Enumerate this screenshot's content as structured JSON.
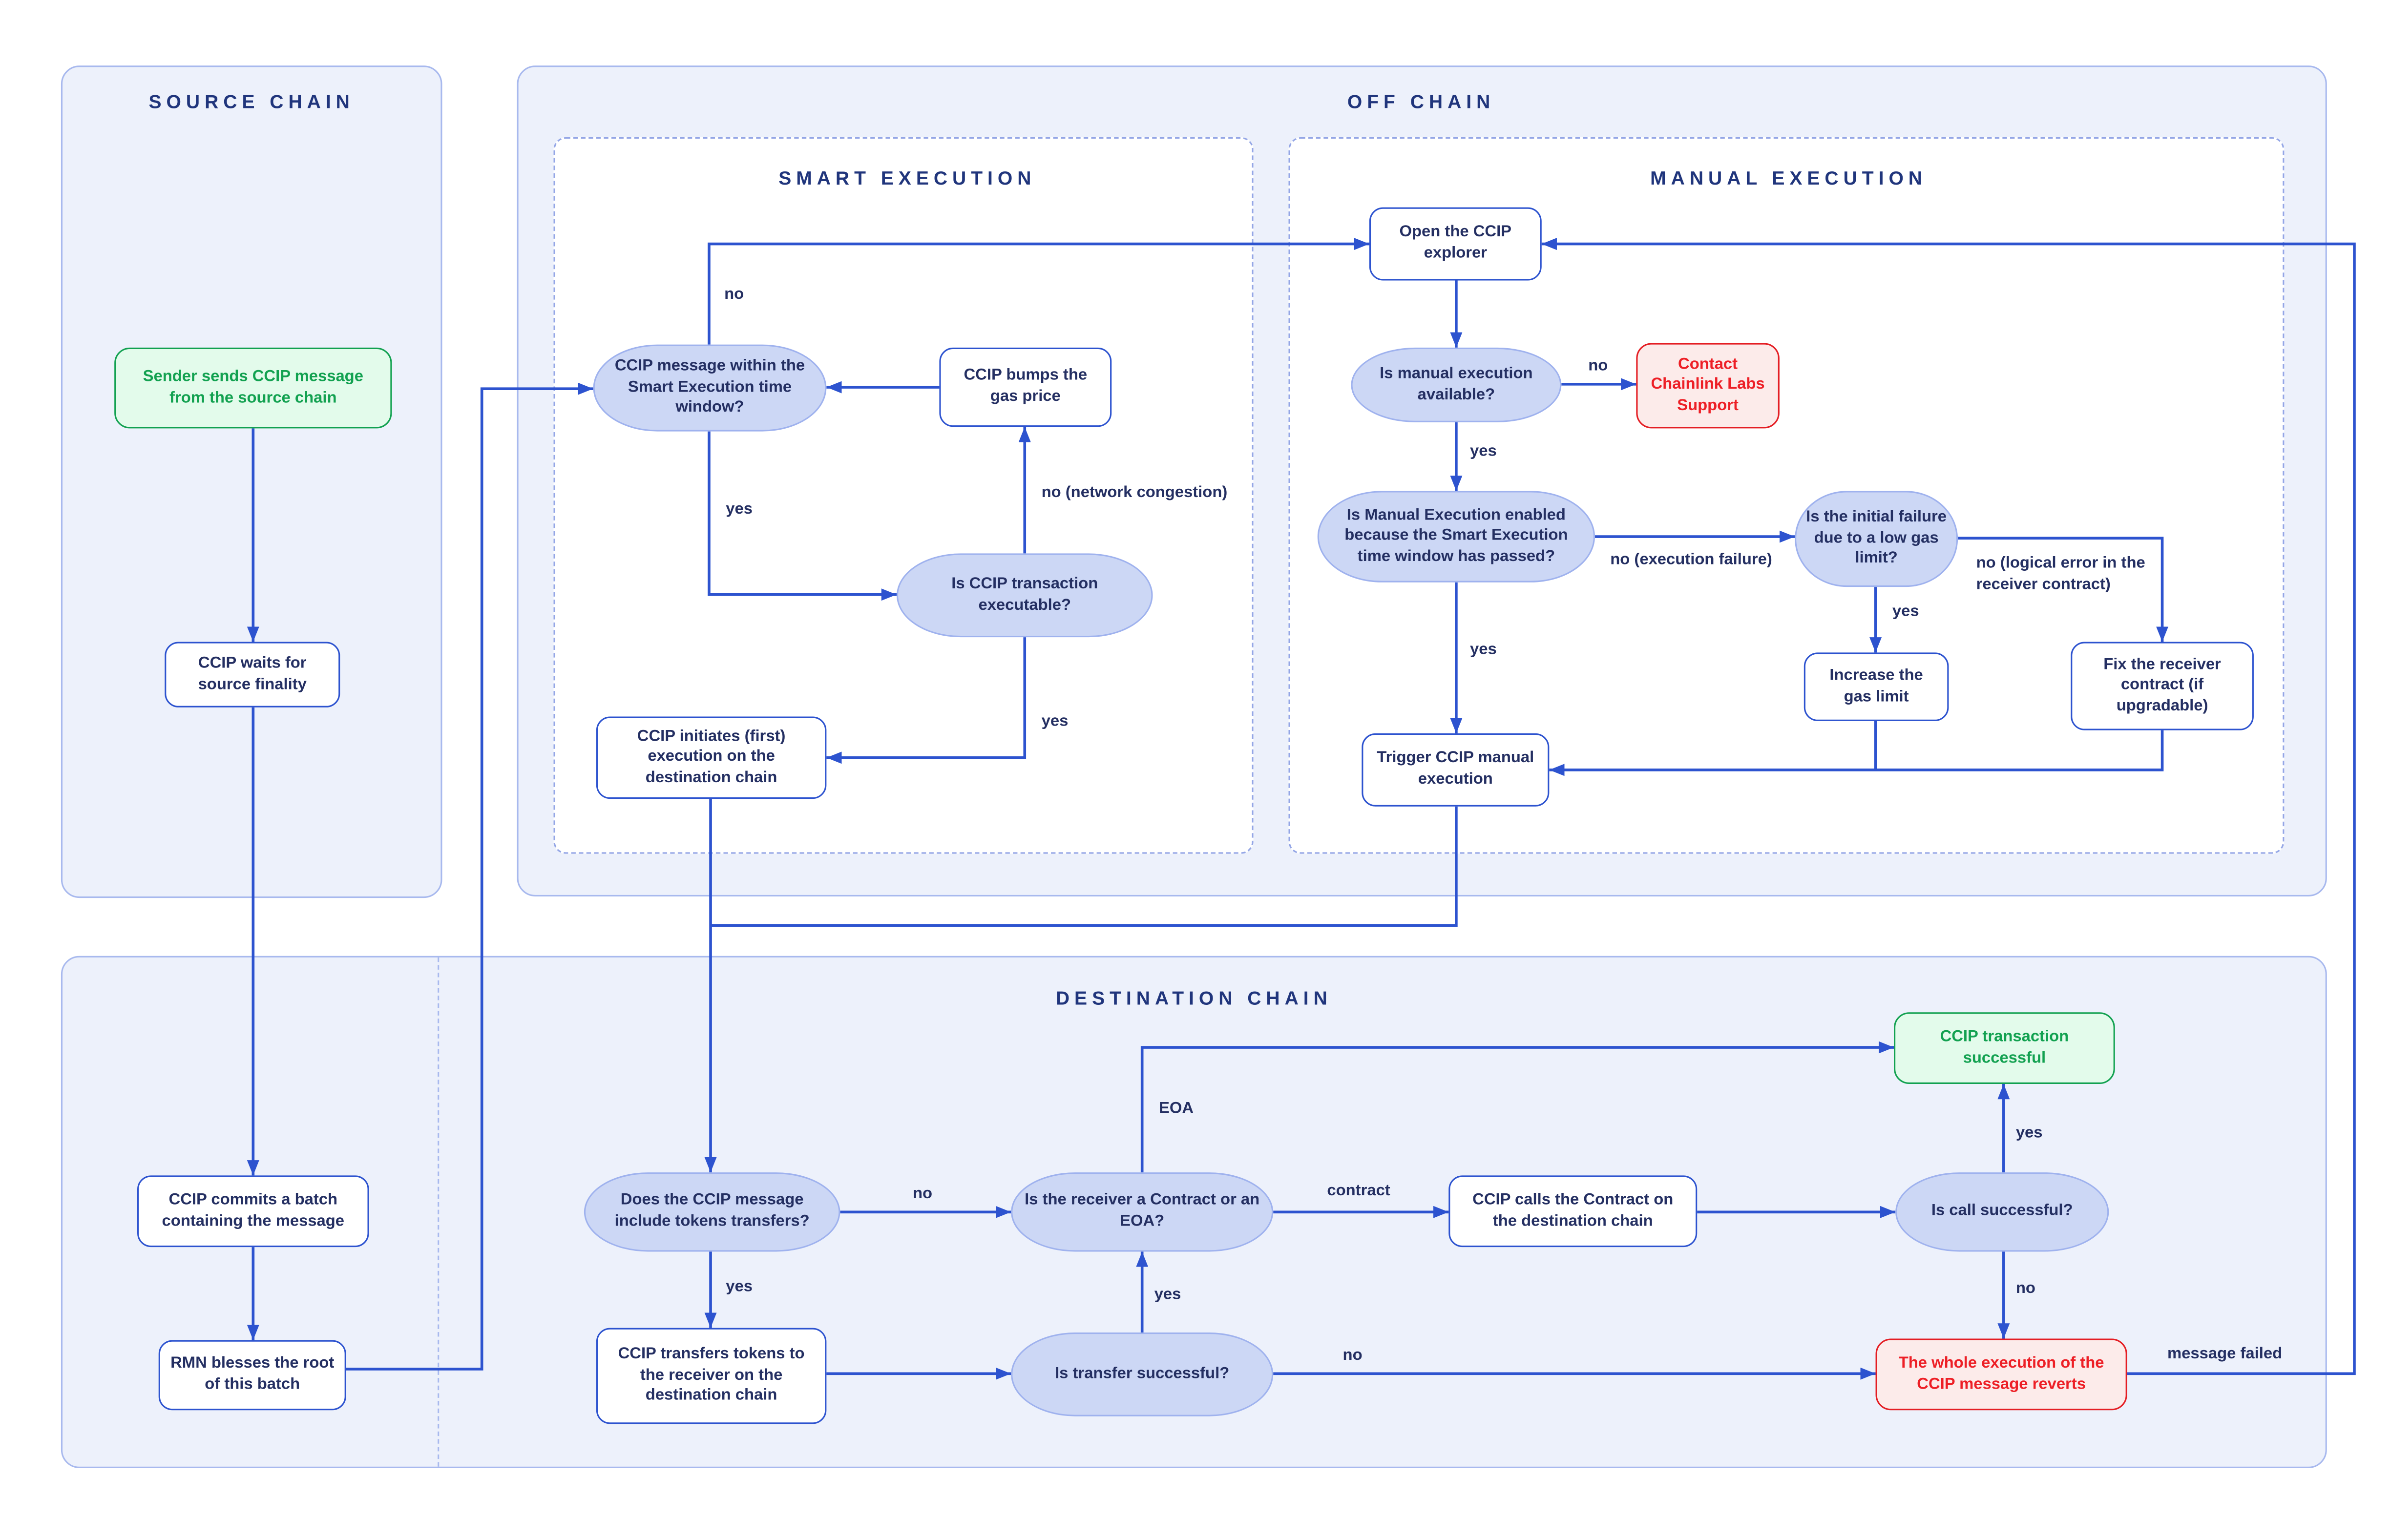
{
  "panels": {
    "source": {
      "title": "SOURCE CHAIN"
    },
    "offchain": {
      "title": "OFF CHAIN"
    },
    "smart": {
      "title": "SMART EXECUTION"
    },
    "manual": {
      "title": "MANUAL EXECUTION"
    },
    "destination": {
      "title": "DESTINATION CHAIN"
    }
  },
  "nodes": {
    "sender": {
      "label": "Sender sends CCIP message from the source chain"
    },
    "waits": {
      "label": "CCIP waits for source finality"
    },
    "commits": {
      "label": "CCIP commits a batch containing the message"
    },
    "rmn": {
      "label": "RMN blesses the root of this batch"
    },
    "within": {
      "label": "CCIP message within the Smart Execution time window?"
    },
    "bumps": {
      "label": "CCIP bumps the gas price"
    },
    "executable": {
      "label": "Is CCIP transaction executable?"
    },
    "initiates": {
      "label": "CCIP initiates (first) execution on the destination chain"
    },
    "explorer": {
      "label": "Open the CCIP explorer"
    },
    "available": {
      "label": "Is manual execution available?"
    },
    "support": {
      "label": "Contact Chainlink Labs Support"
    },
    "enabled": {
      "label": "Is Manual Execution enabled because the Smart Execution time window has passed?"
    },
    "lowgas": {
      "label": "Is the initial failure due to a low gas limit?"
    },
    "increase": {
      "label": "Increase the gas limit"
    },
    "fix": {
      "label": "Fix the receiver contract (if upgradable)"
    },
    "trigger": {
      "label": "Trigger CCIP manual execution"
    },
    "tokens": {
      "label": "Does the CCIP message include tokens transfers?"
    },
    "receiver": {
      "label": "Is the receiver a Contract or an EOA?"
    },
    "calls": {
      "label": "CCIP calls the Contract on the destination chain"
    },
    "callok": {
      "label": "Is call successful?"
    },
    "success": {
      "label": "CCIP transaction successful"
    },
    "transfers": {
      "label": "CCIP transfers tokens to the receiver on the destination chain"
    },
    "transferok": {
      "label": "Is transfer successful?"
    },
    "reverts": {
      "label": "The whole execution of the CCIP message reverts"
    }
  },
  "labels": {
    "smart_no": "no",
    "smart_yes": "yes",
    "congestion_no": "no (network congestion)",
    "executable_yes": "yes",
    "available_no": "no",
    "available_yes": "yes",
    "enabled_yes": "yes",
    "enabled_no": "no (execution failure)",
    "lowgas_yes": "yes",
    "lowgas_no": "no (logical error in the receiver contract)",
    "tokens_no": "no",
    "tokens_yes": "yes",
    "receiver_eoa": "EOA",
    "receiver_contract": "contract",
    "call_yes": "yes",
    "call_no": "no",
    "transfer_yes": "yes",
    "transfer_no": "no",
    "message_failed": "message failed"
  },
  "colors": {
    "line": "#2d53cf",
    "process_border": "#2d53cf",
    "decision_fill": "#ccd7f5",
    "decision_border": "#9fb2ee",
    "panel_fill": "#edf1fb",
    "panel_border": "#a8b9ee",
    "dashed_border": "#94a6e6",
    "text": "#242f62",
    "title_text": "#20357c",
    "green": "#12a150",
    "green_fill": "#e3fbeb",
    "red": "#e41e24",
    "red_fill": "#fcebea"
  }
}
